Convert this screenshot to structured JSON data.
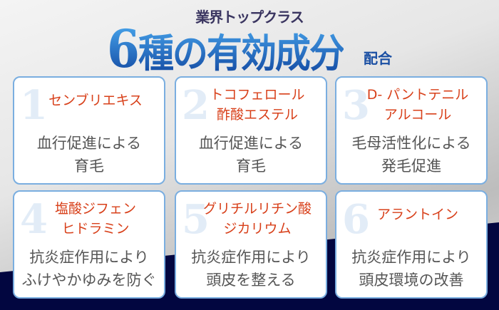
{
  "header": {
    "subtitle": "業界トップクラス",
    "title_number": "6",
    "title_text": "種の有効成分",
    "title_suffix": "配合"
  },
  "cards": [
    {
      "number": "1",
      "name1": "センブリエキス",
      "name2": "",
      "desc1": "血行促進による",
      "desc2": "育毛"
    },
    {
      "number": "2",
      "name1": "トコフェロール",
      "name2": "酢酸エステル",
      "desc1": "血行促進による",
      "desc2": "育毛"
    },
    {
      "number": "3",
      "name1": "D- パントテニル",
      "name2": "アルコール",
      "desc1": "毛母活性化による",
      "desc2": "発毛促進"
    },
    {
      "number": "4",
      "name1": "塩酸ジフェン",
      "name2": "ヒドラミン",
      "desc1": "抗炎症作用により",
      "desc2": "ふけやかゆみを防ぐ"
    },
    {
      "number": "5",
      "name1": "グリチルリチン酸",
      "name2": "ジカリウム",
      "desc1": "抗炎症作用により",
      "desc2": "頭皮を整える"
    },
    {
      "number": "6",
      "name1": "アラントイン",
      "name2": "",
      "desc1": "抗炎症作用により",
      "desc2": "頭皮環境の改善"
    }
  ]
}
